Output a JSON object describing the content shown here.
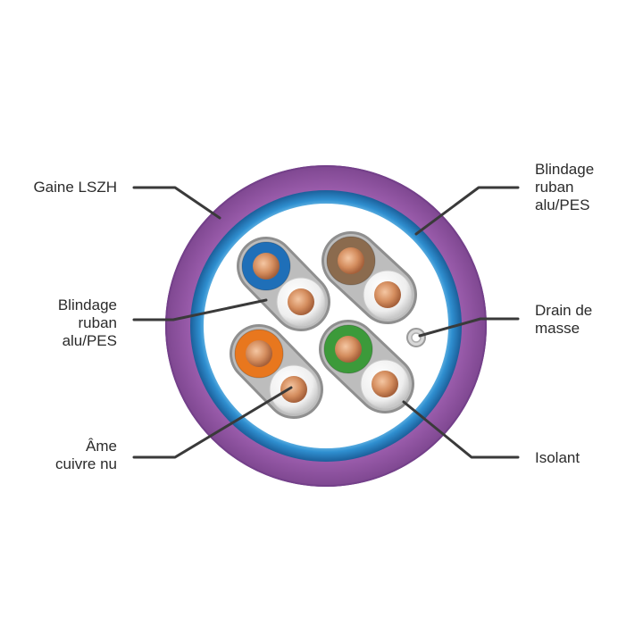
{
  "colors": {
    "jacket_outer": "#8a4d9b",
    "jacket_inner": "#9a5aab",
    "shield": "#2f8fd0",
    "shield_light": "#7ccaf2",
    "pair_tube": "#9b9b9b",
    "copper": "#d08a5c",
    "leader": "#3a3a3a",
    "blue": "#1f6fb8",
    "brown": "#8b6b4e",
    "orange": "#e8771e",
    "green": "#3c9a3a",
    "white_insulation": "#f2f2f2",
    "drain": "#b9b9b9"
  },
  "labels": {
    "jacket": {
      "lines": [
        "Gaine LSZH"
      ]
    },
    "shield_top_right": {
      "lines": [
        "Blindage",
        "ruban",
        "alu/PES"
      ]
    },
    "shield_left": {
      "lines": [
        "Blindage",
        "ruban",
        "alu/PES"
      ]
    },
    "drain": {
      "lines": [
        "Drain de",
        "masse"
      ]
    },
    "conductor": {
      "lines": [
        "Âme",
        "cuivre nu"
      ]
    },
    "insulation": {
      "lines": [
        "Isolant"
      ]
    }
  },
  "pairs": [
    {
      "name": "blue-pair",
      "color_key": "blue"
    },
    {
      "name": "brown-pair",
      "color_key": "brown"
    },
    {
      "name": "orange-pair",
      "color_key": "orange"
    },
    {
      "name": "green-pair",
      "color_key": "green"
    }
  ]
}
